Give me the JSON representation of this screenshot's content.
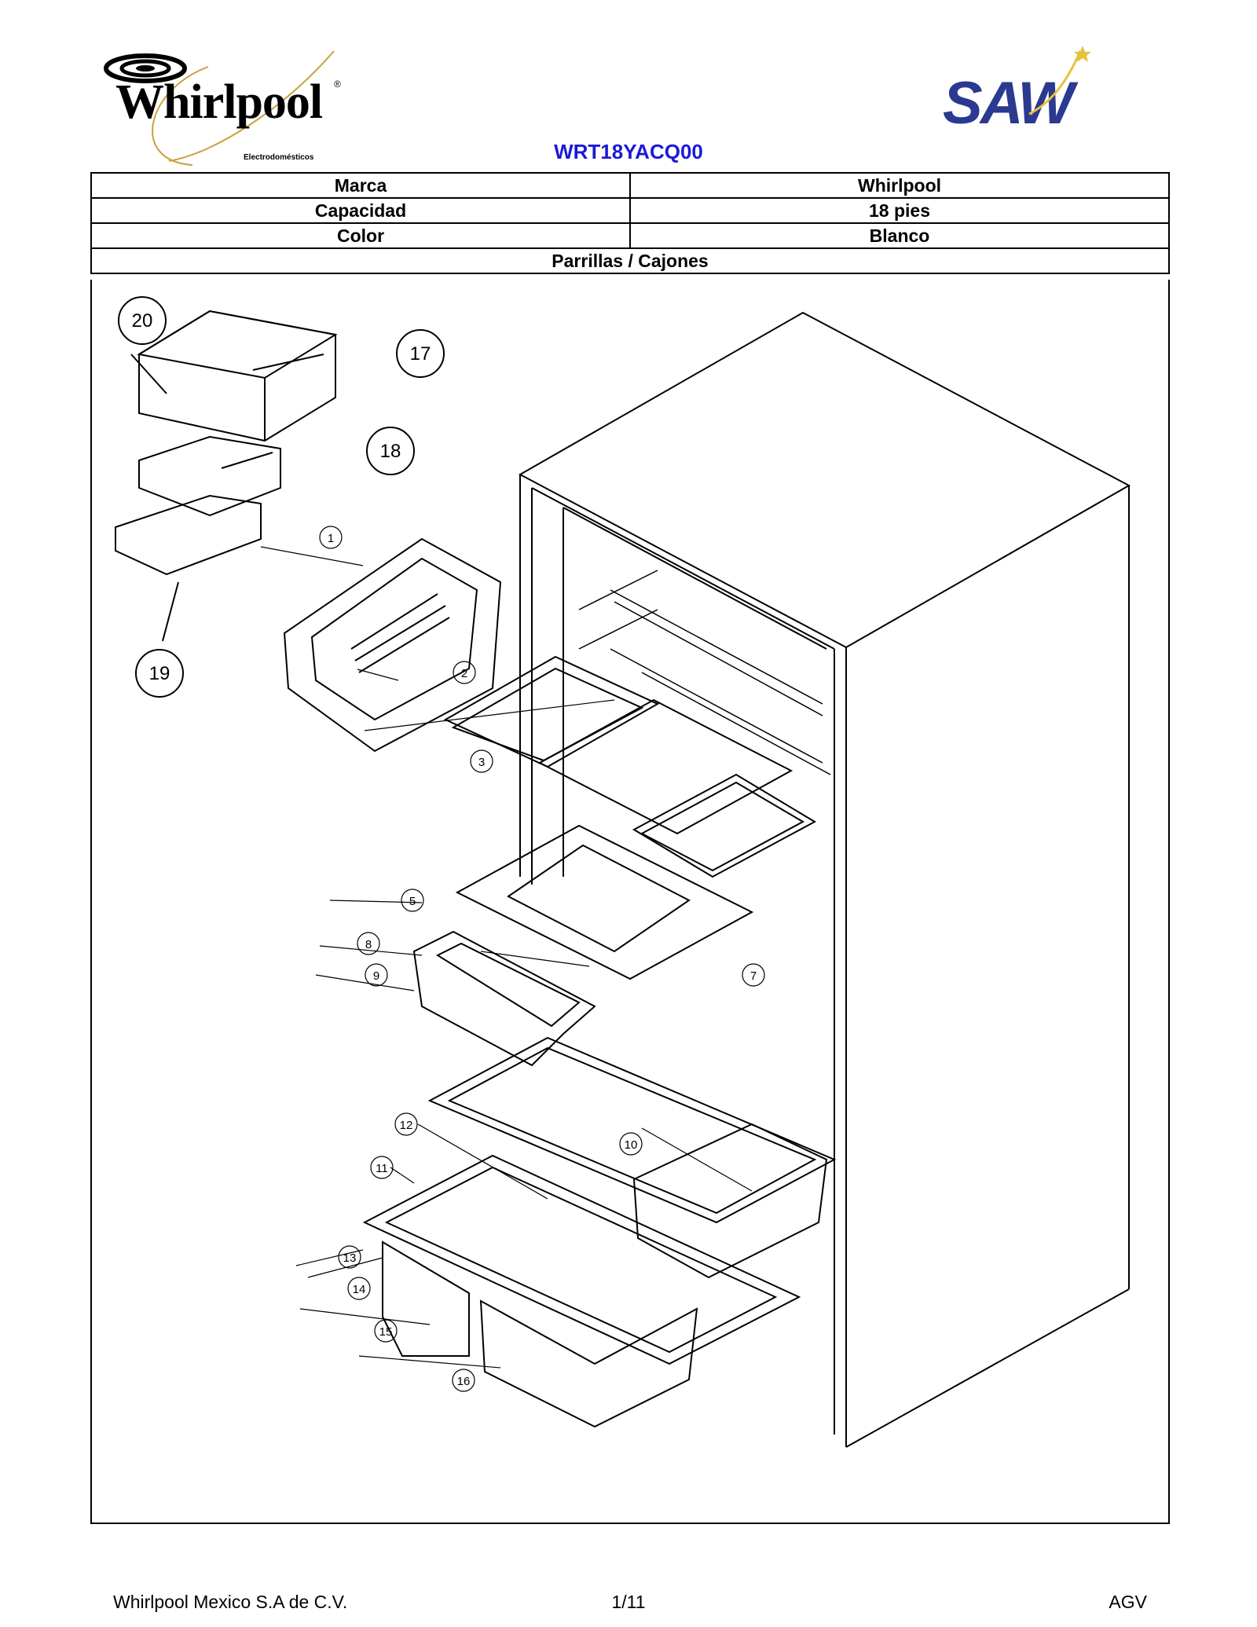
{
  "header": {
    "brand_logo": {
      "wordmark": "Whirlpool",
      "subtitle": "Electrodomésticos",
      "reg_mark": "®",
      "accent_color": "#c8a23a"
    },
    "partner_logo": {
      "wordmark": "SAW",
      "color": "#2b3990",
      "star_color": "#e8c23a"
    },
    "model": "WRT18YACQ00",
    "model_color": "#1a1ad6"
  },
  "specs": [
    {
      "label": "Marca",
      "value": "Whirlpool"
    },
    {
      "label": "Capacidad",
      "value": "18 pies"
    },
    {
      "label": "Color",
      "value": "Blanco"
    }
  ],
  "section_title": "Parrillas / Cajones",
  "diagram": {
    "large_callouts": [
      "20",
      "17",
      "18",
      "19"
    ],
    "small_callouts": [
      "1",
      "2",
      "3",
      "5",
      "8",
      "9",
      "7",
      "12",
      "10",
      "11",
      "13",
      "14",
      "15",
      "16"
    ]
  },
  "footer": {
    "company": "Whirlpool Mexico S.A de C.V.",
    "page": "1/11",
    "author": "AGV"
  }
}
